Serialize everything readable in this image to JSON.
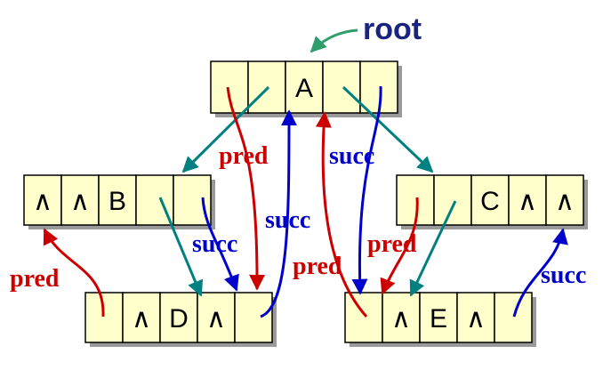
{
  "root_label": "root",
  "nodes": [
    {
      "id": "A",
      "cells": [
        "",
        "",
        "A",
        "",
        ""
      ]
    },
    {
      "id": "B",
      "cells": [
        "∧",
        "∧",
        "B",
        "",
        ""
      ]
    },
    {
      "id": "C",
      "cells": [
        "",
        "",
        "C",
        "∧",
        "∧"
      ]
    },
    {
      "id": "D",
      "cells": [
        "",
        "∧",
        "D",
        "∧",
        ""
      ]
    },
    {
      "id": "E",
      "cells": [
        "",
        "∧",
        "E",
        "∧",
        ""
      ]
    }
  ],
  "labels": {
    "pred": "pred",
    "succ": "succ"
  },
  "colors": {
    "pred": "#cc0000",
    "succ": "#0000cc",
    "child": "#008080",
    "root": "#1a237e",
    "root_arrow": "#2e9e6b",
    "cell_fill": "#ffffcc"
  }
}
